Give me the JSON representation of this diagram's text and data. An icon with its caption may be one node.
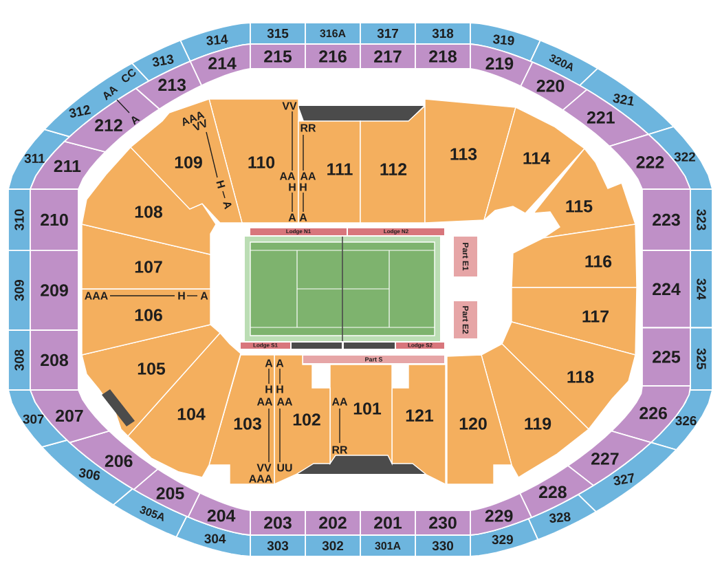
{
  "diagram": {
    "nodes": [
      {
        "text": [
          "314"
        ]
      },
      {
        "text": [
          "315"
        ]
      },
      {
        "text": [
          "316A"
        ]
      },
      {
        "text": [
          "317"
        ]
      },
      {
        "text": [
          "318"
        ]
      },
      {
        "text": [
          "319"
        ]
      },
      {
        "text": [
          "320A"
        ]
      },
      {
        "text": [
          "321"
        ]
      },
      {
        "text": [
          "322"
        ]
      },
      {
        "text": [
          "323"
        ]
      },
      {
        "text": [
          "324"
        ]
      },
      {
        "text": [
          "325"
        ]
      },
      {
        "text": [
          "326"
        ]
      },
      {
        "text": [
          "327"
        ]
      },
      {
        "text": [
          "328"
        ]
      },
      {
        "text": [
          "329"
        ]
      },
      {
        "text": [
          "330"
        ]
      },
      {
        "text": [
          "301A"
        ]
      },
      {
        "text": [
          "302"
        ]
      },
      {
        "text": [
          "303"
        ]
      },
      {
        "text": [
          "304"
        ]
      },
      {
        "text": [
          "305A"
        ]
      },
      {
        "text": [
          "306"
        ]
      },
      {
        "text": [
          "307"
        ]
      },
      {
        "text": [
          "308"
        ]
      },
      {
        "text": [
          "309"
        ]
      },
      {
        "text": [
          "310"
        ]
      },
      {
        "text": [
          "311"
        ]
      },
      {
        "text": [
          "312"
        ]
      },
      {
        "text": [
          "313"
        ]
      },
      {
        "text": [
          "214"
        ]
      },
      {
        "text": [
          "215"
        ]
      },
      {
        "text": [
          "216"
        ]
      },
      {
        "text": [
          "217"
        ]
      },
      {
        "text": [
          "218"
        ]
      },
      {
        "text": [
          "219"
        ]
      },
      {
        "text": [
          "220"
        ]
      },
      {
        "text": [
          "221"
        ]
      },
      {
        "text": [
          "222"
        ]
      },
      {
        "text": [
          "223"
        ]
      },
      {
        "text": [
          "224"
        ]
      },
      {
        "text": [
          "225"
        ]
      },
      {
        "text": [
          "226"
        ]
      },
      {
        "text": [
          "227"
        ]
      },
      {
        "text": [
          "228"
        ]
      },
      {
        "text": [
          "229"
        ]
      },
      {
        "text": [
          "230"
        ]
      },
      {
        "text": [
          "201"
        ]
      },
      {
        "text": [
          "202"
        ]
      },
      {
        "text": [
          "203"
        ]
      },
      {
        "text": [
          "204"
        ]
      },
      {
        "text": [
          "205"
        ]
      },
      {
        "text": [
          "206"
        ]
      },
      {
        "text": [
          "207"
        ]
      },
      {
        "text": [
          "208"
        ]
      },
      {
        "text": [
          "209"
        ]
      },
      {
        "text": [
          "210"
        ]
      },
      {
        "text": [
          "211"
        ]
      },
      {
        "text": [
          "212"
        ]
      },
      {
        "text": [
          "213"
        ]
      },
      {
        "text": [
          "110"
        ]
      },
      {
        "text": [
          "111"
        ]
      },
      {
        "text": [
          "112"
        ]
      },
      {
        "text": [
          "113"
        ]
      },
      {
        "text": [
          "114"
        ]
      },
      {
        "text": [
          "115"
        ]
      },
      {
        "text": [
          "116"
        ]
      },
      {
        "text": [
          "117"
        ]
      },
      {
        "text": [
          "118"
        ]
      },
      {
        "text": [
          "119"
        ]
      },
      {
        "text": [
          "120"
        ]
      },
      {
        "text": [
          "121"
        ]
      },
      {
        "text": [
          "101"
        ]
      },
      {
        "text": [
          "102"
        ]
      },
      {
        "text": [
          "103"
        ]
      },
      {
        "text": [
          "104"
        ]
      },
      {
        "text": [
          "105"
        ]
      },
      {
        "text": [
          "106"
        ]
      },
      {
        "text": [
          "107"
        ]
      },
      {
        "text": [
          "108"
        ]
      },
      {
        "text": [
          "109"
        ]
      },
      {
        "text": [
          "Lodge N1"
        ]
      },
      {
        "text": [
          "Lodge N2"
        ]
      },
      {
        "text": [
          "Part E1"
        ]
      },
      {
        "text": [
          "Part E2"
        ]
      },
      {
        "text": [
          "Lodge S1"
        ]
      },
      {
        "text": [
          "Lodge S2"
        ]
      },
      {
        "text": [
          "Part S"
        ]
      }
    ],
    "labels": [
      "CC",
      "AA",
      "VV",
      "A",
      "AAA",
      "VV",
      "RR",
      "AA",
      "AA",
      "H",
      "H",
      "H",
      "A",
      "A",
      "A",
      "AAA",
      "H",
      "A",
      "A",
      "A",
      "H",
      "H",
      "AA",
      "AA",
      "AA",
      "RR",
      "VV",
      "UU",
      "AAA"
    ]
  }
}
